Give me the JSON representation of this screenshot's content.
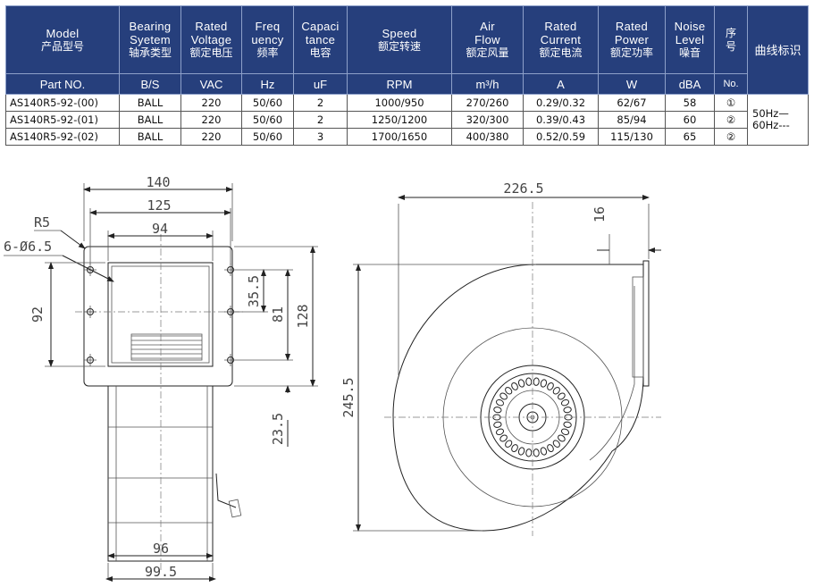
{
  "table": {
    "headers": [
      {
        "en": "Model",
        "cn": "产品型号"
      },
      {
        "en": "Bearing\nSyetem",
        "cn": "轴承类型"
      },
      {
        "en": "Rated\nVoltage",
        "cn": "额定电压"
      },
      {
        "en": "Freq\nuency",
        "cn": "频率"
      },
      {
        "en": "Capaci\ntance",
        "cn": "电容"
      },
      {
        "en": "Speed",
        "cn": "额定转速"
      },
      {
        "en": "Air\nFlow",
        "cn": "额定风量"
      },
      {
        "en": "Rated\nCurrent",
        "cn": "额定电流"
      },
      {
        "en": "Rated\nPower",
        "cn": "额定功率"
      },
      {
        "en": "Noise\nLevel",
        "cn": "噪音"
      },
      {
        "en": "",
        "cn": "序\n号"
      },
      {
        "en": "",
        "cn": "曲线标识"
      }
    ],
    "units": [
      "Part NO.",
      "B/S",
      "VAC",
      "Hz",
      "uF",
      "RPM",
      "m³/h",
      "A",
      "W",
      "dBA",
      "No."
    ],
    "rows": [
      [
        "AS140R5-92-(00)",
        "BALL",
        "220",
        "50/60",
        "2",
        "1000/950",
        "270/260",
        "0.29/0.32",
        "62/67",
        "58",
        "①"
      ],
      [
        "AS140R5-92-(01)",
        "BALL",
        "220",
        "50/60",
        "2",
        "1250/1200",
        "320/300",
        "0.39/0.43",
        "85/94",
        "60",
        "②"
      ],
      [
        "AS140R5-92-(02)",
        "BALL",
        "220",
        "50/60",
        "3",
        "1700/1650",
        "400/380",
        "0.52/0.59",
        "115/130",
        "65",
        "②"
      ]
    ],
    "curve_legend": [
      "50Hz—",
      "60Hz---"
    ]
  },
  "front_view": {
    "dims": {
      "width_overall": "140",
      "width_holes": "125",
      "width_outlet": "94",
      "radius": "R5",
      "holes": "6-Ø6.5",
      "height_outlet": "92",
      "hole_pitch": "35.5",
      "height_holes": "81",
      "height_flange": "128",
      "offset": "23.5",
      "body_width": "96",
      "body_width_overall": "99.5"
    }
  },
  "side_view": {
    "dims": {
      "width": "226.5",
      "flange": "16",
      "height": "245.5"
    }
  }
}
